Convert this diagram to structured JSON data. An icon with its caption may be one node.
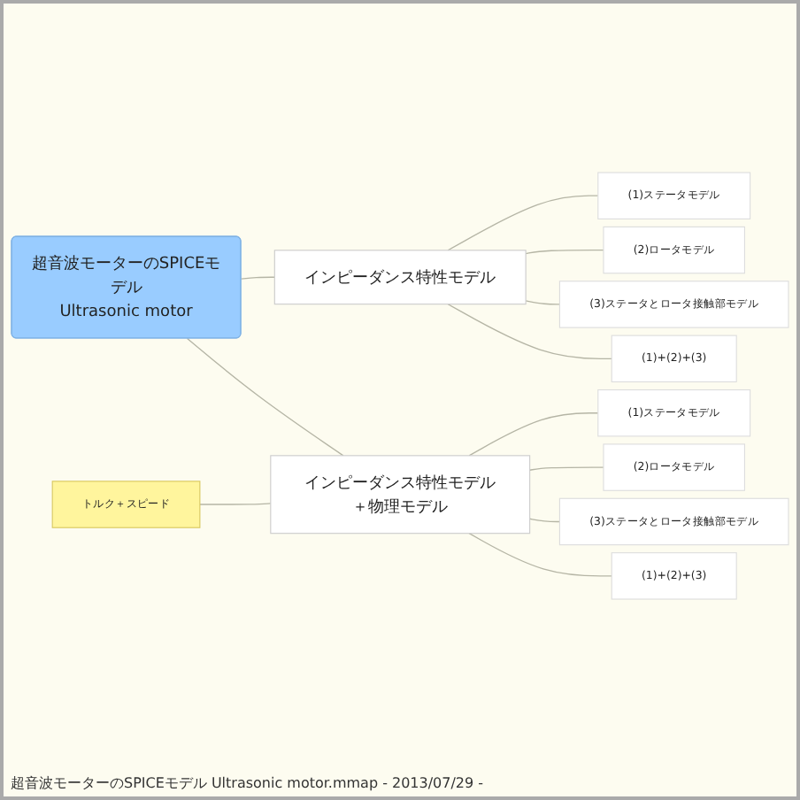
{
  "diagram": {
    "caption": "超音波モーターのSPICEモデル Ultrasonic motor.mmap - 2013/07/29 -",
    "nodes": [
      {
        "text": [
          "超音波モーターのSPICEモデル",
          "Ultrasonic motor"
        ]
      },
      {
        "text": [
          "インピーダンス特性モデル"
        ]
      },
      {
        "text": [
          "(1)ステータモデル"
        ]
      },
      {
        "text": [
          "(2)ロータモデル"
        ]
      },
      {
        "text": [
          "(3)ステータとロータ接触部モデル"
        ]
      },
      {
        "text": [
          "(1)+(2)+(3)"
        ]
      },
      {
        "text": [
          "トルク＋スピード"
        ]
      },
      {
        "text": [
          "インピーダンス特性モデル＋物理モデル"
        ]
      },
      {
        "text": [
          "(1)ステータモデル"
        ]
      },
      {
        "text": [
          "(2)ロータモデル"
        ]
      },
      {
        "text": [
          "(3)ステータとロータ接触部モデル"
        ]
      },
      {
        "text": [
          "(1)+(2)+(3)"
        ]
      }
    ],
    "edges": [
      {
        "from": 0,
        "to": 1,
        "arrow": "none"
      },
      {
        "from": 1,
        "to": 2,
        "arrow": "none"
      },
      {
        "from": 1,
        "to": 3,
        "arrow": "none"
      },
      {
        "from": 1,
        "to": 4,
        "arrow": "none"
      },
      {
        "from": 1,
        "to": 5,
        "arrow": "none"
      },
      {
        "from": 0,
        "to": 7,
        "arrow": "none"
      },
      {
        "from": 6,
        "to": 7,
        "arrow": "none"
      },
      {
        "from": 7,
        "to": 8,
        "arrow": "none"
      },
      {
        "from": 7,
        "to": 9,
        "arrow": "none"
      },
      {
        "from": 7,
        "to": 10,
        "arrow": "none"
      },
      {
        "from": 7,
        "to": 11,
        "arrow": "none"
      }
    ]
  }
}
